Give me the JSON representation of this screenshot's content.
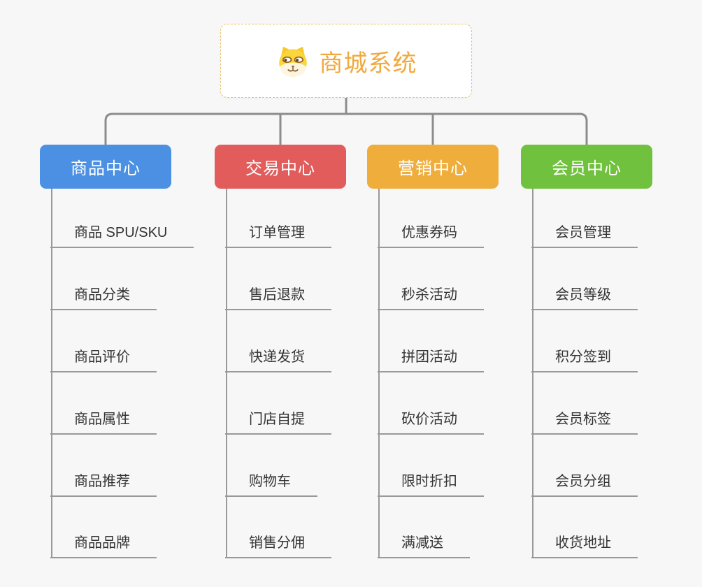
{
  "root": {
    "title": "商城系统",
    "icon": "shiba-dog-face-icon"
  },
  "branches": [
    {
      "label": "商品中心",
      "color": "#4b90e2",
      "items": [
        "商品 SPU/SKU",
        "商品分类",
        "商品评价",
        "商品属性",
        "商品推荐",
        "商品品牌"
      ]
    },
    {
      "label": "交易中心",
      "color": "#e25c5c",
      "items": [
        "订单管理",
        "售后退款",
        "快递发货",
        "门店自提",
        "购物车",
        "销售分佣"
      ]
    },
    {
      "label": "营销中心",
      "color": "#efad3c",
      "items": [
        "优惠券码",
        "秒杀活动",
        "拼团活动",
        "砍价活动",
        "限时折扣",
        "满减送"
      ]
    },
    {
      "label": "会员中心",
      "color": "#70c13e",
      "items": [
        "会员管理",
        "会员等级",
        "积分签到",
        "会员标签",
        "会员分组",
        "收货地址"
      ]
    }
  ],
  "colors": {
    "background": "#f7f7f8",
    "connector": "#8c8c8c",
    "item_line": "#999999",
    "item_text": "#333333",
    "root_text": "#f1a93c",
    "root_border": "#eac36e"
  }
}
